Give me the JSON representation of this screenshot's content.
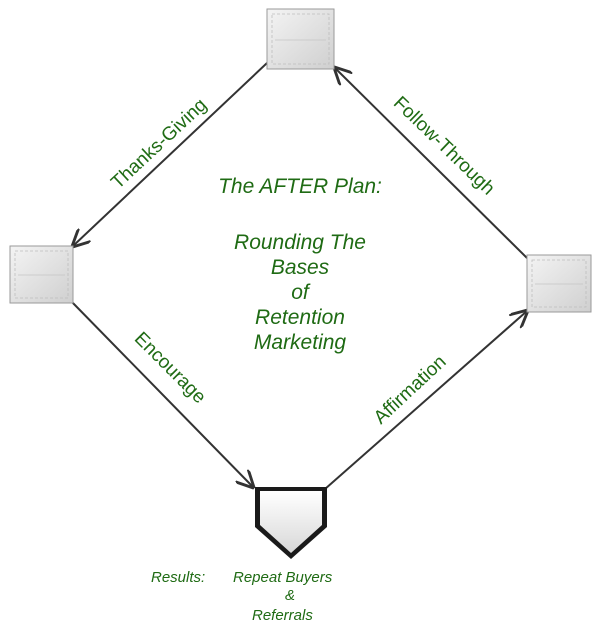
{
  "title": "The AFTER Plan:",
  "subtitle_lines": [
    "Rounding The",
    "Bases",
    "of",
    "Retention",
    "Marketing"
  ],
  "edges": {
    "top_left": "Thanks-Giving",
    "top_right": "Follow-Through",
    "bottom_left": "Encourage",
    "bottom_right": "Affirmation"
  },
  "results": {
    "label": "Results:",
    "line1": "Repeat Buyers",
    "line2": "&",
    "line3": "Referrals"
  },
  "colors": {
    "text": "#1f6b14",
    "line": "#333333",
    "base": "#e6e6e6"
  }
}
